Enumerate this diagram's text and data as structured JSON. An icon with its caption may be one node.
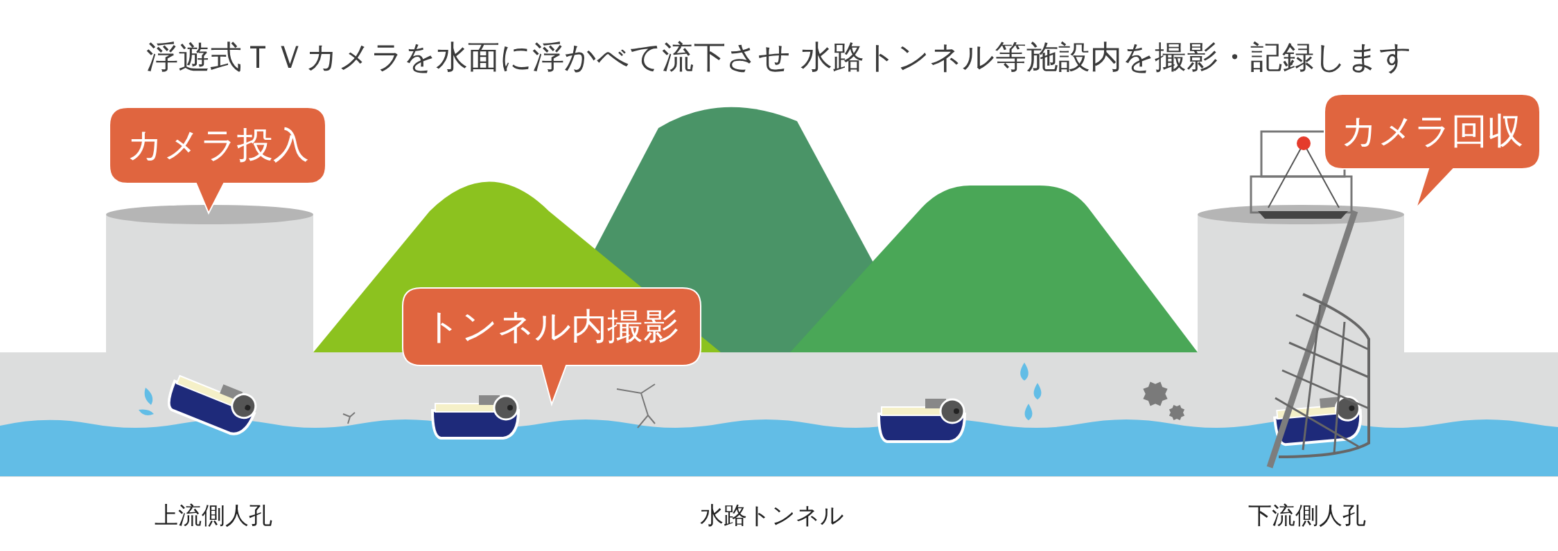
{
  "diagram": {
    "title": "浮遊式ＴＶカメラを水面に浮かべて流下させ 水路トンネル等施設内を撮影・記録します",
    "nodes": [
      {
        "text": [
          "カメラ投入"
        ]
      },
      {
        "text": [
          "トンネル内撮影"
        ]
      },
      {
        "text": [
          "カメラ回収"
        ]
      }
    ],
    "labels": [
      "上流側人孔",
      "水路トンネル",
      "下流側人孔"
    ]
  }
}
